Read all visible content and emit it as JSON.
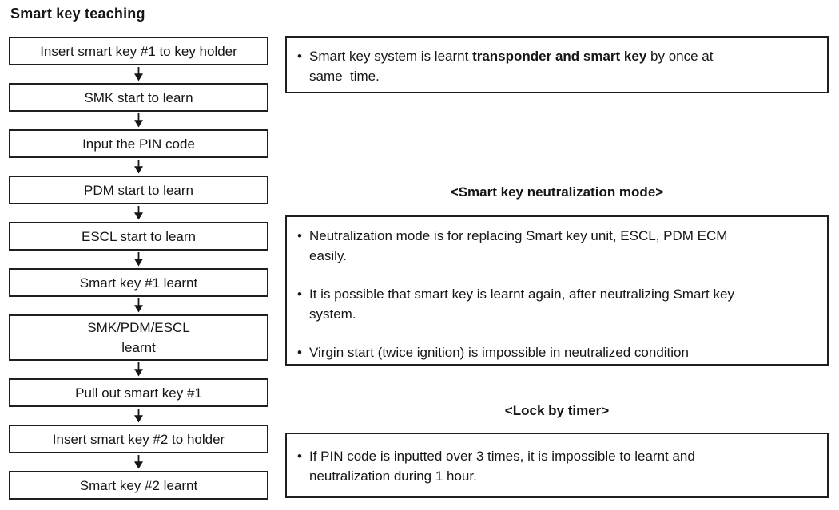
{
  "page": {
    "title": "Smart key teaching"
  },
  "flowchart": {
    "steps": [
      "Insert smart key #1 to key holder",
      "SMK start to learn",
      "Input the PIN code",
      "PDM start to learn",
      "ESCL start to learn",
      "Smart key #1 learnt",
      "SMK/PDM/ESCL\nlearnt",
      "Pull out smart key #1",
      "Insert smart key #2 to holder",
      "Smart key #2 learnt"
    ]
  },
  "notes": {
    "bullet": "•",
    "transponder_note": {
      "before": "Smart key system is learnt ",
      "bold": "transponder and smart key",
      "after": " by once at\nsame  time."
    },
    "neutralization": {
      "heading": "<Smart key neutralization mode>",
      "bullets": [
        "Neutralization mode is for replacing Smart key unit, ESCL, PDM ECM\neasily.",
        "It is possible that smart key is learnt again, after neutralizing Smart key\nsystem.",
        "Virgin start (twice ignition) is impossible in neutralized condition"
      ]
    },
    "lock_by_timer": {
      "heading": "<Lock by timer>",
      "bullets": [
        "If PIN code is inputted over 3 times, it is impossible to learnt and\nneutralization during 1 hour."
      ]
    }
  },
  "colors": {
    "background": "#ffffff",
    "text": "#161616",
    "border": "#1f1f1f"
  }
}
